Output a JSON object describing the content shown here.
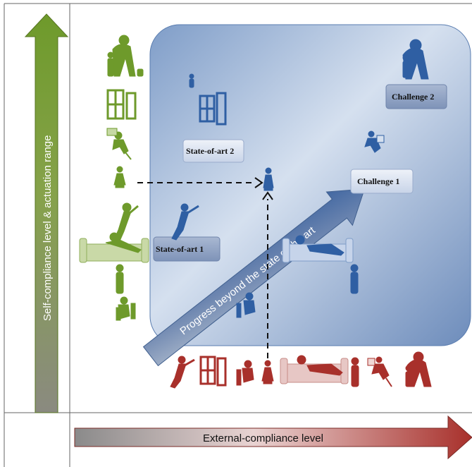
{
  "axes": {
    "y_label": "Self-compliance level & actuation range",
    "x_label": "External-compliance level"
  },
  "boxes": {
    "state_of_art_1": "State-of-art 1",
    "state_of_art_2": "State-of-art 2",
    "challenge_1": "Challenge 1",
    "challenge_2": "Challenge 2"
  },
  "progress_arrow": "Progress beyond the state of the art",
  "colors": {
    "green": "#6e9a2b",
    "blue": "#2f5fa3",
    "red": "#a8302b"
  }
}
